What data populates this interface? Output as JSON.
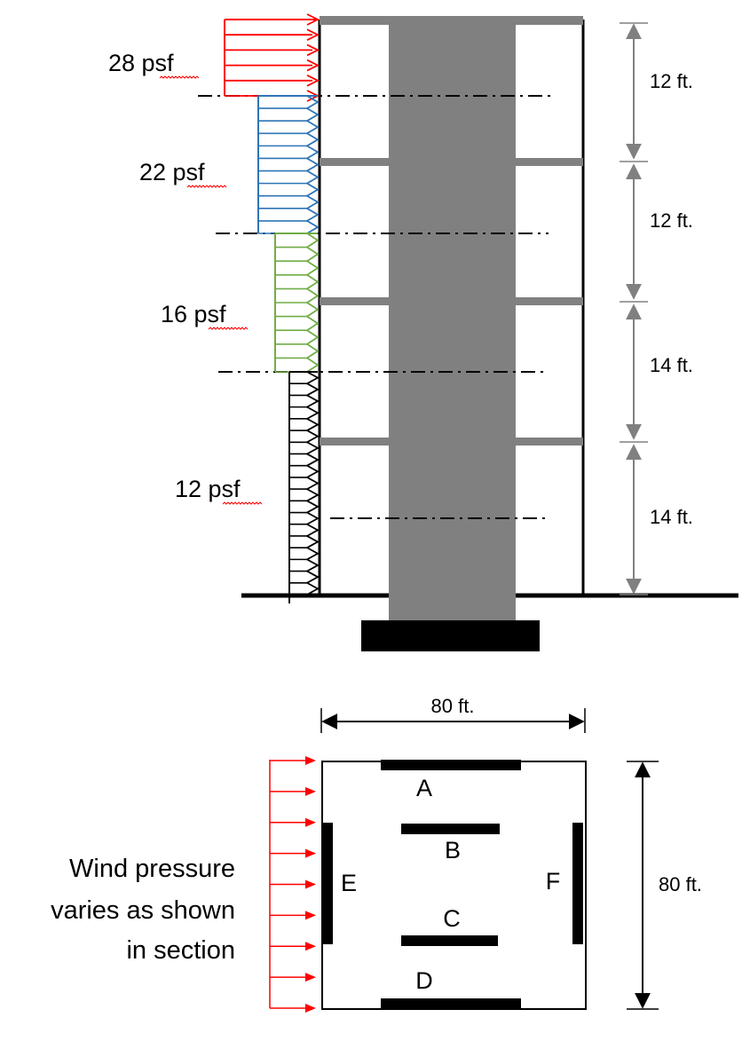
{
  "elevation": {
    "pressures": [
      {
        "label": "28 psf",
        "color": "#ff0000"
      },
      {
        "label": "22 psf",
        "color": "#2e75b6"
      },
      {
        "label": "16 psf",
        "color": "#70ad47"
      },
      {
        "label": "12 psf",
        "color": "#000000"
      }
    ],
    "story_heights": [
      "12 ft.",
      "12 ft.",
      "14 ft.",
      "14 ft."
    ],
    "core_color": "#808080",
    "floor_color": "#808080",
    "dim_color": "#808080"
  },
  "plan": {
    "width_label": "80 ft.",
    "depth_label": "80 ft.",
    "walls": [
      "A",
      "B",
      "C",
      "D",
      "E",
      "F"
    ],
    "wind_color": "#ff0000",
    "note_lines": [
      "Wind pressure",
      "varies as shown",
      "in section"
    ]
  }
}
